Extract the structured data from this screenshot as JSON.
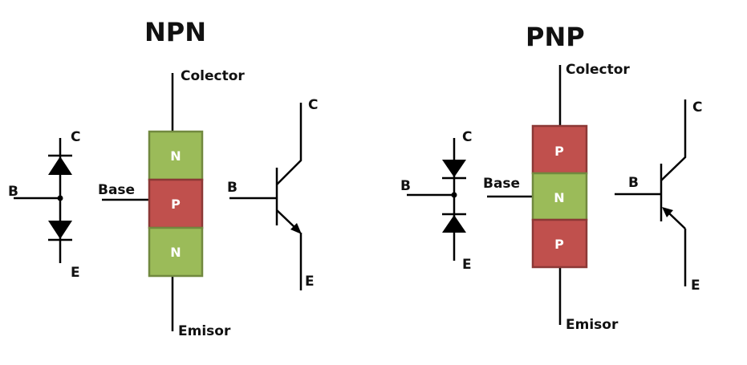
{
  "colors": {
    "n_fill": "#9BBB59",
    "n_border": "#71893F",
    "p_fill": "#C0504D",
    "p_border": "#8C3836",
    "line": "#000000"
  },
  "npn": {
    "title": "NPN",
    "diode_model": {
      "label_c": "C",
      "label_b": "B",
      "label_e": "E"
    },
    "structure": {
      "label_collector": "Colector",
      "label_base": "Base",
      "label_emitter": "Emisor",
      "layers": [
        {
          "type": "N",
          "label": "N"
        },
        {
          "type": "P",
          "label": "P"
        },
        {
          "type": "N",
          "label": "N"
        }
      ]
    },
    "symbol": {
      "label_c": "C",
      "label_b": "B",
      "label_e": "E",
      "arrow": "emitter-outward"
    }
  },
  "pnp": {
    "title": "PNP",
    "diode_model": {
      "label_c": "C",
      "label_b": "B",
      "label_e": "E"
    },
    "structure": {
      "label_collector": "Colector",
      "label_base": "Base",
      "label_emitter": "Emisor",
      "layers": [
        {
          "type": "P",
          "label": "P"
        },
        {
          "type": "N",
          "label": "N"
        },
        {
          "type": "P",
          "label": "P"
        }
      ]
    },
    "symbol": {
      "label_c": "C",
      "label_b": "B",
      "label_e": "E",
      "arrow": "emitter-inward"
    }
  }
}
